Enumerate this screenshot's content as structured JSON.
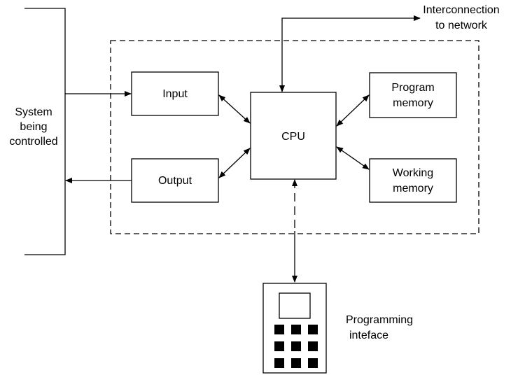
{
  "system": {
    "line1": "System",
    "line2": "being",
    "line3": "controlled"
  },
  "blocks": {
    "input": "Input",
    "output": "Output",
    "cpu": "CPU",
    "program_memory": {
      "line1": "Program",
      "line2": "memory"
    },
    "working_memory": {
      "line1": "Working",
      "line2": "memory"
    }
  },
  "network": {
    "line1": "Interconnection",
    "line2": "to network"
  },
  "programming": {
    "line1": "Programming",
    "line2": "inteface"
  },
  "keypad": {
    "rows": 3,
    "cols": 3
  }
}
